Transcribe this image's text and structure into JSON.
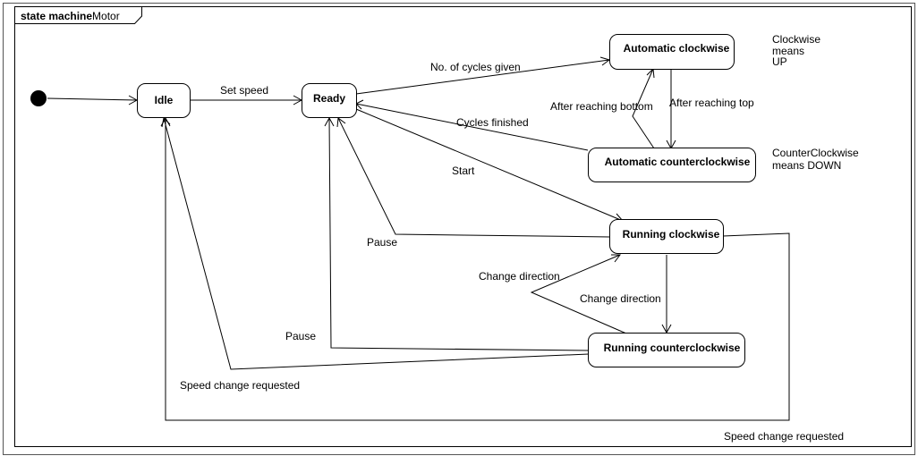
{
  "frame": {
    "title_bold": "state machine",
    "title_rest": "Motor"
  },
  "states": {
    "idle": "Idle",
    "ready": "Ready",
    "auto_cw": "Automatic clockwise",
    "auto_ccw": "Automatic counterclockwise",
    "run_cw": "Running clockwise",
    "run_ccw": "Running counterclockwise"
  },
  "transitions": {
    "set_speed": "Set speed",
    "cycles_given": "No. of cycles given",
    "cycles_finished": "Cycles finished",
    "start": "Start",
    "after_top": "After reaching top",
    "after_bottom": "After reaching bottom",
    "pause_cw": "Pause",
    "pause_ccw": "Pause",
    "change_dir_1": "Change direction",
    "change_dir_2": "Change direction",
    "speed_change_ccw": "Speed change requested",
    "speed_change_cw": "Speed change requested"
  },
  "notes": {
    "clockwise": [
      "Clockwise",
      "means",
      "UP"
    ],
    "counterclockwise": [
      "CounterClockwise",
      "means DOWN"
    ]
  }
}
